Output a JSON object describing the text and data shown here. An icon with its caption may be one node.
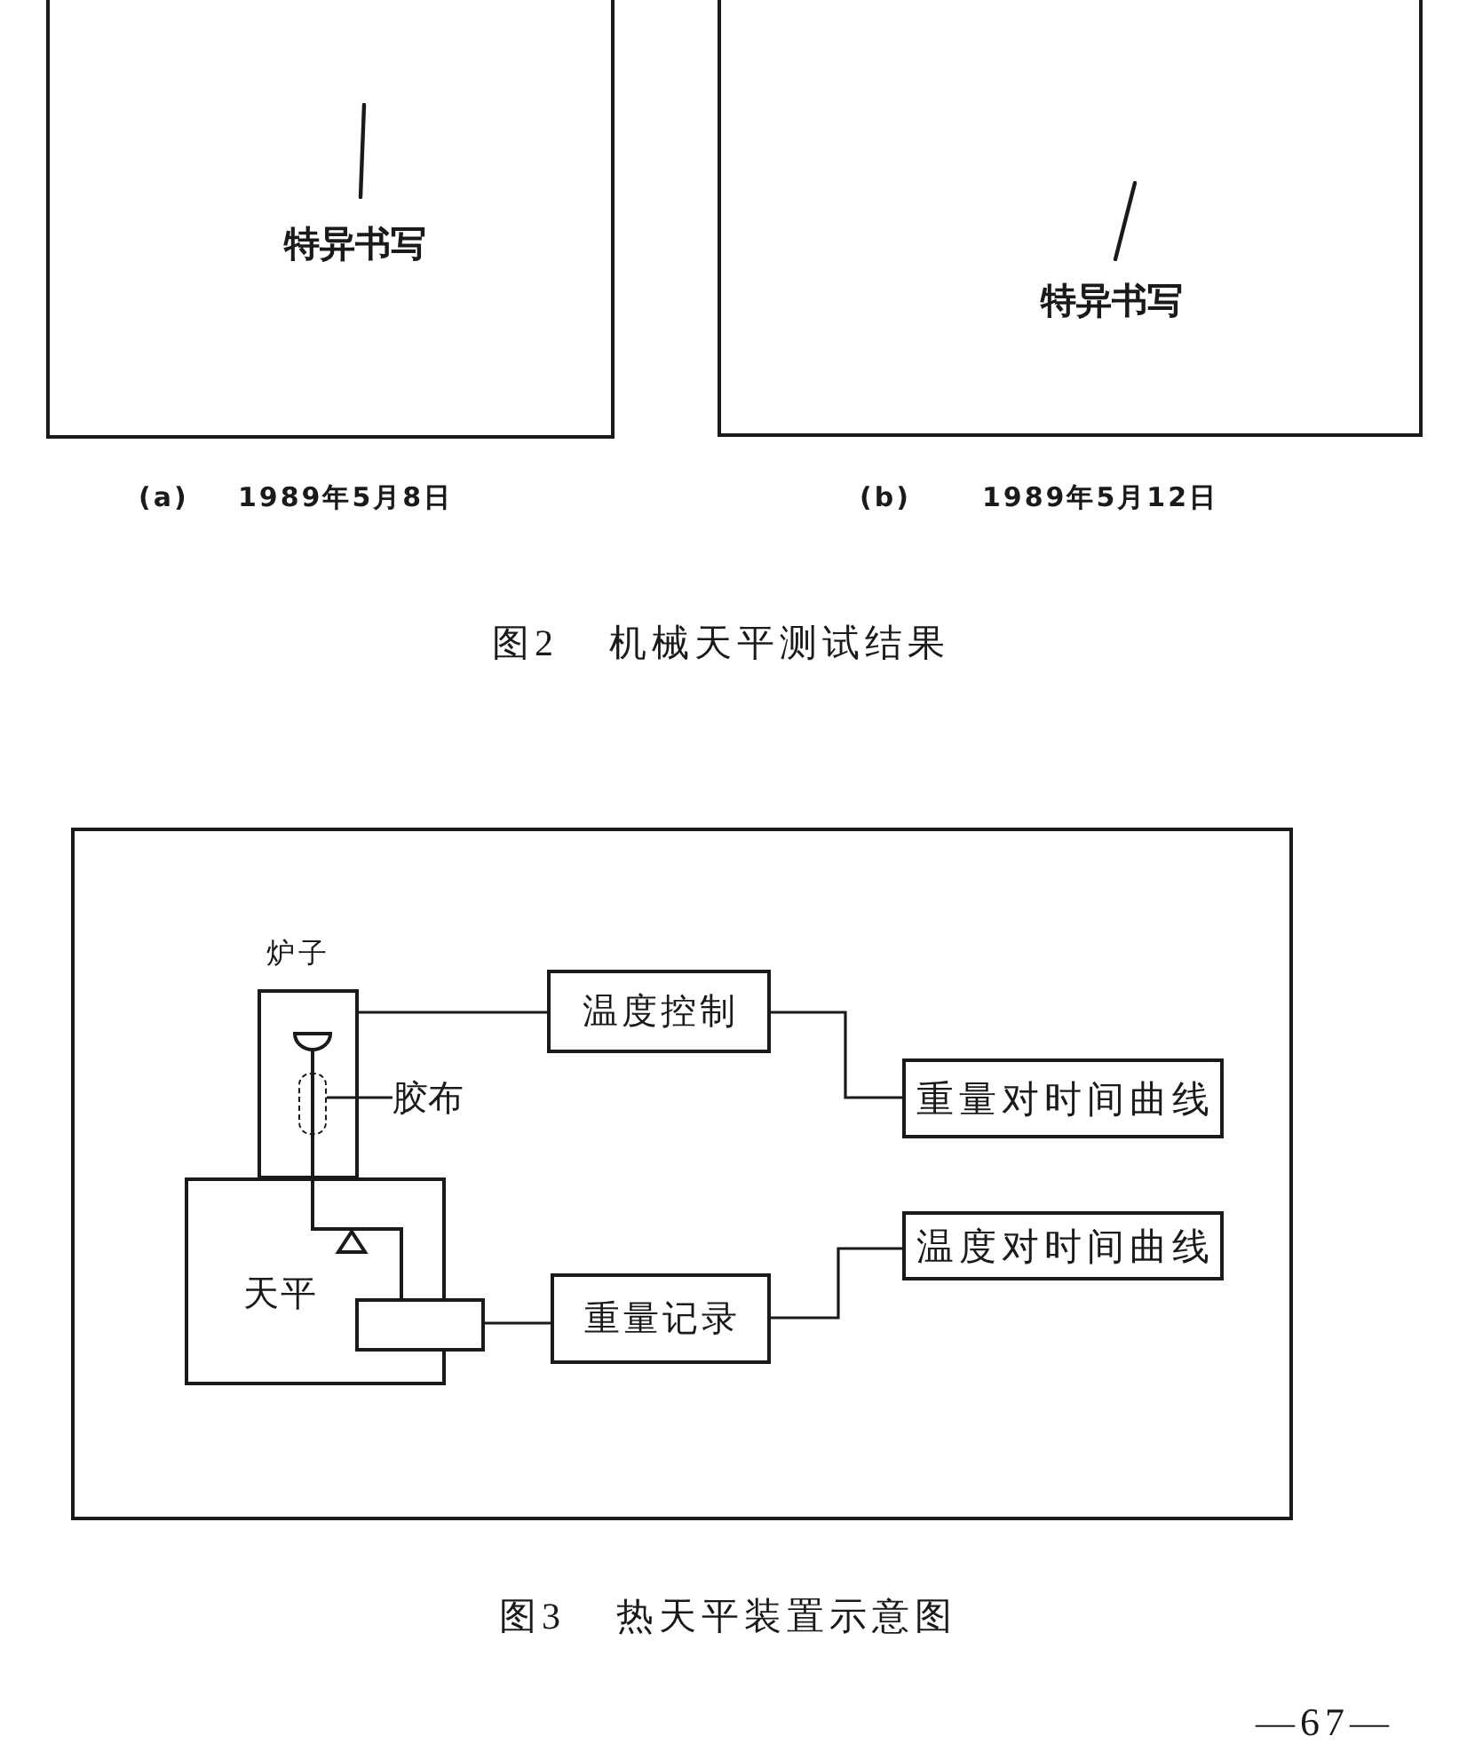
{
  "diagram": {
    "nodes": [
      {
        "text": [
          "特异书写"
        ],
        "beside": [
          "(a)",
          "1989年5月8日"
        ]
      },
      {
        "text": [
          "特异书写"
        ],
        "beside": [
          "(b)",
          "1989年5月12日"
        ]
      },
      {
        "text": [],
        "shape": "box"
      },
      {
        "text": [
          "炉子"
        ],
        "in": 2
      },
      {
        "text": [],
        "shape": "box",
        "in": 3
      },
      {
        "text": [
          "胶布"
        ],
        "in": 2
      },
      {
        "text": [
          "天平"
        ],
        "in": 2
      },
      {
        "text": [],
        "shape": "box",
        "in": 2
      },
      {
        "text": [
          "温度控制"
        ],
        "in": 2
      },
      {
        "text": [
          "重量对时间曲线"
        ],
        "in": 2
      },
      {
        "text": [
          "重量记录"
        ],
        "in": 2
      },
      {
        "text": [
          "温度对时间曲线"
        ],
        "in": 2
      }
    ],
    "edges": [
      {
        "from": 3,
        "to": 8,
        "arrow": "none"
      },
      {
        "from": 8,
        "to": 9,
        "arrow": "none"
      },
      {
        "from": 5,
        "to": 4,
        "arrow": "none"
      },
      {
        "from": 7,
        "to": 10,
        "arrow": "none"
      },
      {
        "from": 10,
        "to": 11,
        "arrow": "none"
      }
    ],
    "labels": [
      "图2 机械天平测试结果",
      "图3 热天平装置示意图",
      "—67—"
    ]
  }
}
